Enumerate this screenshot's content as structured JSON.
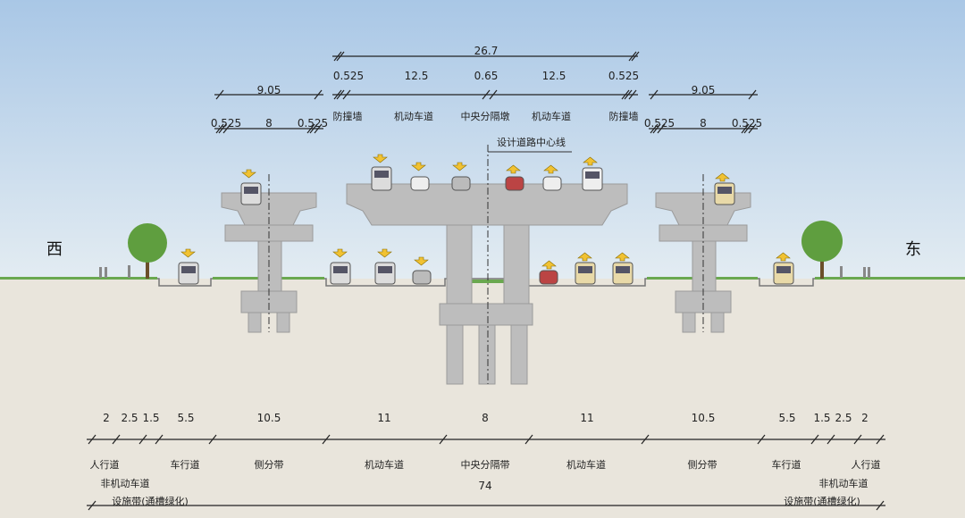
{
  "directions": {
    "west": "西",
    "east": "东"
  },
  "centerline_label": "设计道路中心线",
  "top": {
    "overall": "26.7",
    "dims": [
      "0.525",
      "12.5",
      "0.65",
      "12.5",
      "0.525"
    ],
    "labels": [
      "防撞墙",
      "机动车道",
      "中央分隔墩",
      "机动车道",
      "防撞墙"
    ]
  },
  "left_bridge": {
    "overall": "9.05",
    "dims": [
      "0.525",
      "8",
      "0.525"
    ]
  },
  "right_bridge": {
    "overall": "9.05",
    "dims": [
      "0.525",
      "8",
      "0.525"
    ]
  },
  "bottom": {
    "dims": [
      "2",
      "2.5",
      "1.5",
      "5.5",
      "10.5",
      "11",
      "8",
      "11",
      "10.5",
      "5.5",
      "1.5",
      "2.5",
      "2"
    ],
    "labels": {
      "sidewalk_w": "人行道",
      "nonmotor_w": "非机动车道",
      "facility_w": "设施带(通槽绿化)",
      "carriage_w": "车行道",
      "side_sep_w": "侧分带",
      "motor_w": "机动车道",
      "median": "中央分隔带",
      "motor_e": "机动车道",
      "side_sep_e": "侧分带",
      "carriage_e": "车行道",
      "nonmotor_e": "非机动车道",
      "sidewalk_e": "人行道",
      "facility_e": "设施带(通槽绿化)"
    },
    "total": "74"
  },
  "colors": {
    "sky_top": "#aac8e6",
    "ground": "#e9e5dc",
    "structure": "#bdbdbd",
    "grass": "#6aa84f",
    "arrow": "#f1c232"
  }
}
